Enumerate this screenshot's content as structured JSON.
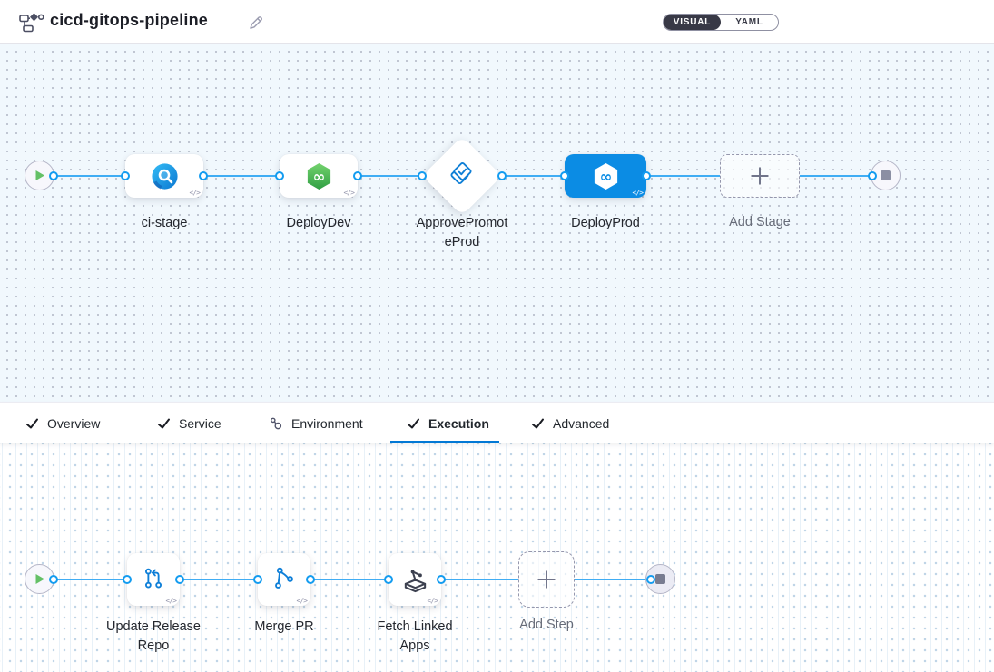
{
  "header": {
    "title": "cicd-gitops-pipeline",
    "toggle": {
      "visual": "VISUAL",
      "yaml": "YAML",
      "selected": "VISUAL"
    }
  },
  "stage_canvas": {
    "stages": [
      {
        "id": "ci-stage",
        "label": "ci-stage",
        "type": "ci",
        "selected": false
      },
      {
        "id": "DeployDev",
        "label": "DeployDev",
        "type": "deploy",
        "selected": false
      },
      {
        "id": "ApprovePromoteProd",
        "label_line1": "ApprovePromot",
        "label_line2": "eProd",
        "type": "approval",
        "selected": false
      },
      {
        "id": "DeployProd",
        "label": "DeployProd",
        "type": "deploy",
        "selected": true
      }
    ],
    "add_stage": "Add Stage"
  },
  "tabs": [
    {
      "label": "Overview",
      "icon": "check",
      "active": false
    },
    {
      "label": "Service",
      "icon": "check",
      "active": false
    },
    {
      "label": "Environment",
      "icon": "environment",
      "active": false
    },
    {
      "label": "Execution",
      "icon": "check",
      "active": true
    },
    {
      "label": "Advanced",
      "icon": "check",
      "active": false
    }
  ],
  "execution_canvas": {
    "steps": [
      {
        "id": "UpdateReleaseRepo",
        "label_line1": "Update Release",
        "label_line2": "Repo",
        "type": "git-update"
      },
      {
        "id": "MergePR",
        "label_line1": "Merge PR",
        "label_line2": "",
        "type": "git-merge"
      },
      {
        "id": "FetchLinkedApps",
        "label_line1": "Fetch Linked",
        "label_line2": "Apps",
        "type": "fetch-apps"
      }
    ],
    "add_step": "Add Step"
  },
  "badges": {
    "code": "</>"
  },
  "colors": {
    "accent_blue": "#0b8ce4",
    "connector_blue": "#40adf4",
    "tab_underline": "#0278d5",
    "deploy_green": "#3aa64b",
    "toggle_dark": "#383946",
    "canvas_top_bg": "#f1f8fd"
  }
}
